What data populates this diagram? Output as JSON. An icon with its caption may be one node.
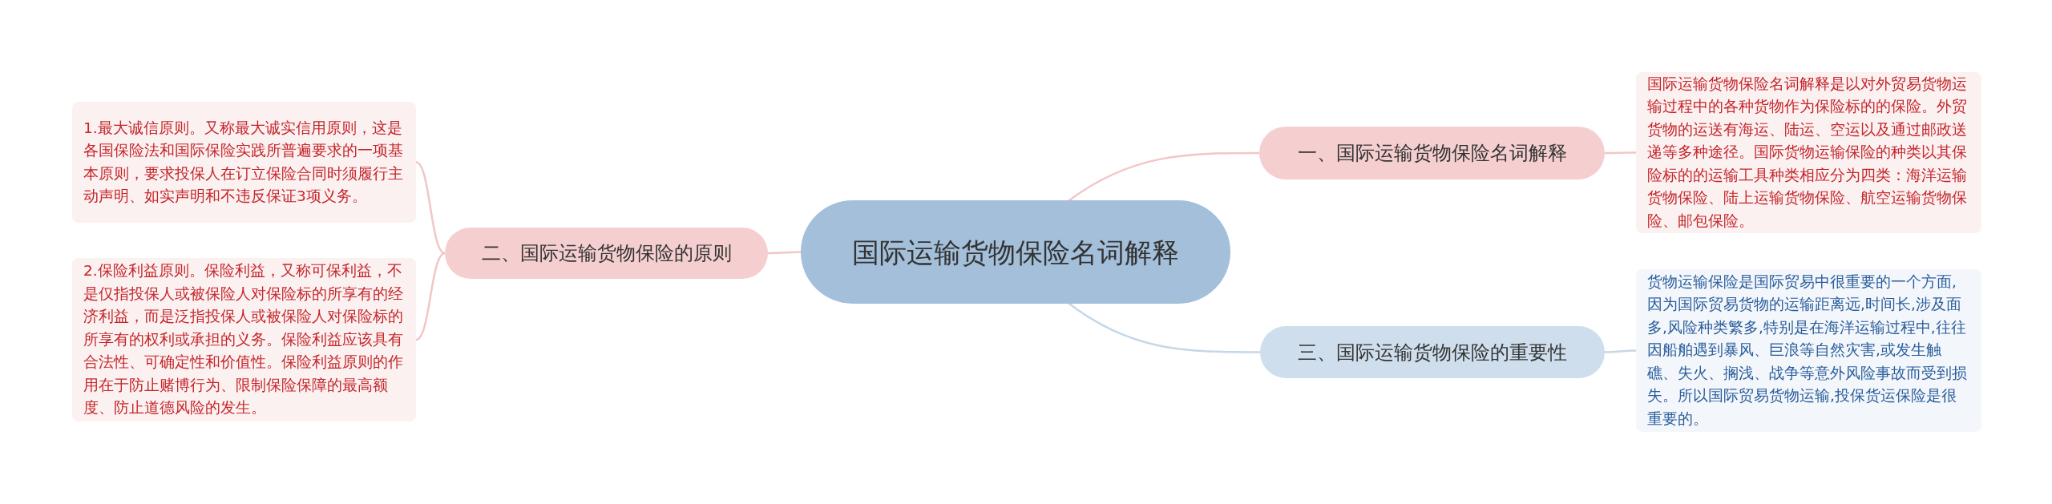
{
  "diagram": {
    "nodes": [
      {
        "text": [
          "国际运输货物保险名词解释"
        ]
      },
      {
        "text": [
          "一、国际运输货物保险名词解释"
        ]
      },
      {
        "text": [
          "国际运输货物保险名词解释是以对外贸易货物运输过程中的各种货物作为保险标的的保险。外贸货物的运送有海运、陆运、空运以及通过邮政送递等多种途径。国际货物运输保险的种类以其保险标的的运输工具种类相应分为四类：海洋运输货物保险、陆上运输货物保险、航空运输货物保险、邮包保险。"
        ]
      },
      {
        "text": [
          "二、国际运输货物保险的原则"
        ]
      },
      {
        "text": [
          "1.最大诚信原则。又称最大诚实信用原则，这是各国保险法和国际保险实践所普遍要求的一项基本原则，要求投保人在订立保险合同时须履行主动声明、如实声明和不违反保证3项义务。"
        ]
      },
      {
        "text": [
          "2.保险利益原则。保险利益，又称可保利益，不是仅指投保人或被保险人对保险标的所享有的经济利益，而是泛指投保人或被保险人对保险标的所享有的权利或承担的义务。保险利益应该具有合法性、可确定性和价值性。保险利益原则的作用在于防止赌博行为、限制保险保障的最高额度、防止道德风险的发生。"
        ]
      },
      {
        "text": [
          "三、国际运输货物保险的重要性"
        ]
      },
      {
        "text": [
          "货物运输保险是国际贸易中很重要的一个方面,因为国际贸易货物的运输距离远,时间长,涉及面多,风险种类繁多,特别是在海洋运输过程中,往往因船舶遇到暴风、巨浪等自然灾害,或发生触礁、失火、搁浅、战争等意外风险事故而受到损失。所以国际贸易货物运输,投保货运保险是很重要的。"
        ]
      }
    ],
    "edges": [
      {
        "from": 0,
        "to": 1,
        "arrow": "none"
      },
      {
        "from": 1,
        "to": 2,
        "arrow": "none"
      },
      {
        "from": 0,
        "to": 3,
        "arrow": "none"
      },
      {
        "from": 3,
        "to": 4,
        "arrow": "none"
      },
      {
        "from": 3,
        "to": 5,
        "arrow": "none"
      },
      {
        "from": 0,
        "to": 6,
        "arrow": "none",
        "color": "#c5d7e8"
      },
      {
        "from": 6,
        "to": 7,
        "arrow": "none",
        "color": "#c5d7e8"
      }
    ]
  }
}
